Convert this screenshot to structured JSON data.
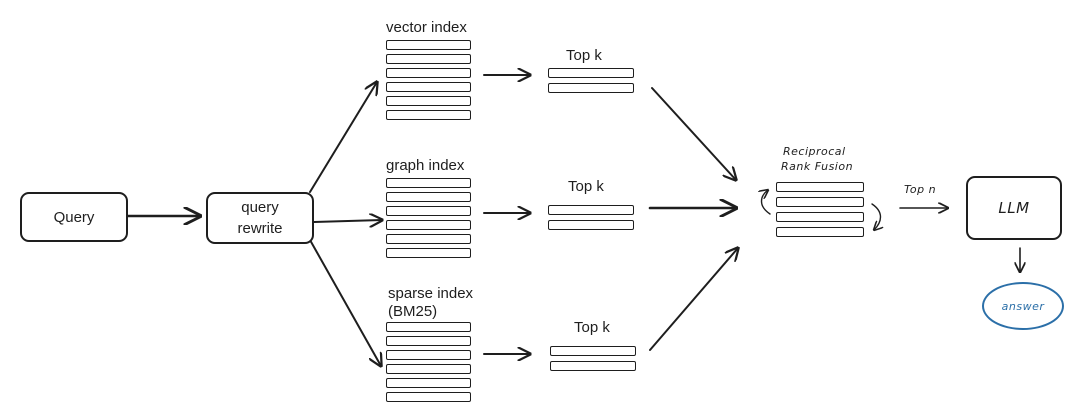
{
  "query": {
    "label": "Query"
  },
  "rewrite": {
    "line1": "query",
    "line2": "rewrite"
  },
  "indexes": {
    "vector": "vector index",
    "graph": "graph index",
    "sparse_line1": "sparse index",
    "sparse_line2": "(BM25)"
  },
  "topk": {
    "vector": "Top k",
    "graph": "Top k",
    "sparse": "Top k"
  },
  "fusion": {
    "line1": "Reciprocal",
    "line2": "Rank Fusion"
  },
  "topn": "Top n",
  "llm": "LLM",
  "answer": "answer",
  "colors": {
    "stroke": "#1e1e1e",
    "answer": "#2b6fa8",
    "background": "#ffffff"
  }
}
